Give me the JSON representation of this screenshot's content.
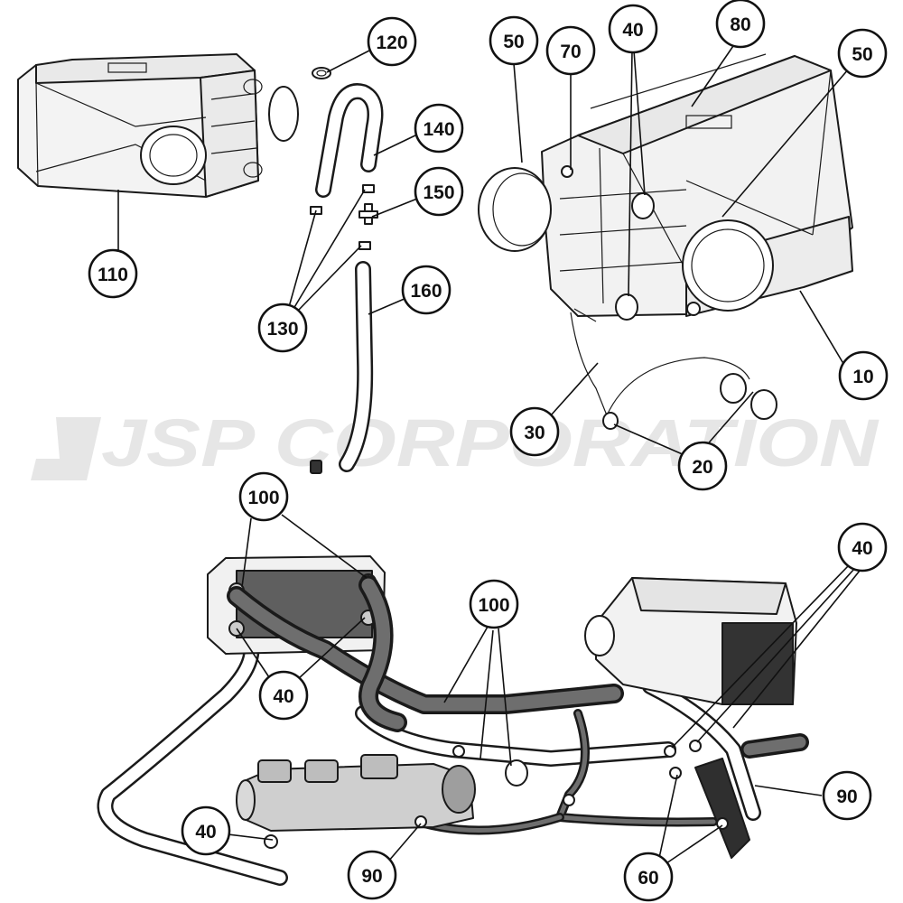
{
  "watermark": {
    "text": "JSP CORPORATION",
    "color": "#e6e6e6"
  },
  "callouts": [
    {
      "id": "c120",
      "label": "120"
    },
    {
      "id": "c140",
      "label": "140"
    },
    {
      "id": "c150",
      "label": "150"
    },
    {
      "id": "c110",
      "label": "110"
    },
    {
      "id": "c130",
      "label": "130"
    },
    {
      "id": "c160",
      "label": "160"
    },
    {
      "id": "c50a",
      "label": "50"
    },
    {
      "id": "c70",
      "label": "70"
    },
    {
      "id": "c40a",
      "label": "40"
    },
    {
      "id": "c80",
      "label": "80"
    },
    {
      "id": "c50b",
      "label": "50"
    },
    {
      "id": "c10",
      "label": "10"
    },
    {
      "id": "c30",
      "label": "30"
    },
    {
      "id": "c20",
      "label": "20"
    },
    {
      "id": "c100a",
      "label": "100"
    },
    {
      "id": "c100b",
      "label": "100"
    },
    {
      "id": "c40b",
      "label": "40"
    },
    {
      "id": "c40c",
      "label": "40"
    },
    {
      "id": "c40d",
      "label": "40"
    },
    {
      "id": "c90a",
      "label": "90"
    },
    {
      "id": "c90b",
      "label": "90"
    },
    {
      "id": "c60",
      "label": "60"
    }
  ],
  "colors": {
    "line": "#1a1a1a",
    "hose_dark": "#6e6e6e",
    "hose_light": "#ffffff",
    "part_fill": "#f2f2f2"
  }
}
